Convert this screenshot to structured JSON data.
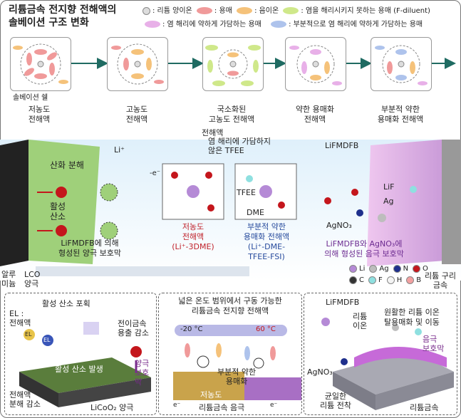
{
  "title_line1": "리튬금속 전지향 전해액의",
  "title_line2": "솔베이션 구조 변화",
  "legend": {
    "li_ion": ": 리튬 양이온",
    "solvent": ": 용매",
    "anion": ": 음이온",
    "f_diluent": ": 염을 해리시키지 못하는 용매 (F-diluent)",
    "weak_solvent": ": 염 해리에 약하게 가담하는 용매",
    "partial_solvent": ": 부분적으로 염 해리에 약하게 가담하는 용매"
  },
  "solvation_shell": "솔베이션 쉘",
  "stages": [
    {
      "l1": "저농도",
      "l2": "전해액"
    },
    {
      "l1": "고농도",
      "l2": "전해액"
    },
    {
      "l1": "국소화된",
      "l2": "고농도 전해액"
    },
    {
      "l1": "약한 용매화",
      "l2": "전해액"
    },
    {
      "l1": "부분적 약한",
      "l2": "용매화 전해액"
    }
  ],
  "banner": {
    "electrolyte": "전해액",
    "oxidation": "산화 분해",
    "active_oxygen_1": "활성",
    "active_oxygen_2": "산소",
    "cathode_protect_1": "LiFMDFB에 의해",
    "cathode_protect_2": "형성된 양극 보호막",
    "left_label_1": "알루",
    "left_label_2": "미늄",
    "lco_1": "LCO",
    "lco_2": "양극",
    "li_plus": "Li⁺",
    "e_minus": "-e⁻",
    "tfee_note_1": "염 해리에 가담하지",
    "tfee_note_2": "않은 TFEE",
    "lifmdfb": "LiFMDFB",
    "low_conc_1": "저농도",
    "low_conc_2": "전해액",
    "low_conc_3": "(Li⁺-3DME)",
    "partial_1": "부분적 약한",
    "partial_2": "용매화 전해액",
    "partial_3": "(Li⁺-DME-",
    "partial_4": "TFEE-FSI)",
    "tfee": "TFEE",
    "dme": "DME",
    "lif": "LiF",
    "ag": "Ag",
    "agno3": "AgNO₃",
    "anode_protect_1": "LiFMDFB와 AgNO₃에",
    "anode_protect_2": "의해 형성된 음극 보호막",
    "right_label_1": "리튬 구리",
    "right_label_2": "금속",
    "atoms": [
      "Li",
      "Ag",
      "N",
      "O",
      "C",
      "F",
      "H",
      "B"
    ],
    "atom_colors": [
      "#b58ad6",
      "#bdbdbd",
      "#1e2f8c",
      "#c4161c",
      "#333333",
      "#8fe0e0",
      "#f4f4f4",
      "#f2a0a0"
    ]
  },
  "bottom_left": {
    "capture": "활성 산소 포획",
    "el_1": "EL :",
    "el_2": "전해액",
    "tm_1": "전이금속",
    "tm_2": "용출 감소",
    "generation": "활성 산소 발생",
    "cpl_1": "양극",
    "cpl_2": "보호막",
    "dec_1": "전해액",
    "dec_2": "분해 감소",
    "lco": "LiCoO₂ 양극",
    "el_tag": "EL"
  },
  "bottom_mid": {
    "title_1": "넓은 온도 범위에서 구동 가능한",
    "title_2": "리튬금속 전지향 전해액",
    "t_low": "-20 °C",
    "t_high": "60 °C",
    "partial_1": "부분적 약한",
    "partial_2": "용매화",
    "low_conc": "저농도",
    "anode": "리튬금속 음극",
    "e_minus": "e⁻"
  },
  "bottom_right": {
    "lifmdfb": "LiFMDFB",
    "li_ion_1": "리튬",
    "li_ion_2": "이온",
    "smooth_1": "원활한 리튬 이온",
    "smooth_2": "탈용매화 및 이동",
    "apl_1": "음극",
    "apl_2": "보호막",
    "agno3": "AgNO₃",
    "uniform_1": "균일한",
    "uniform_2": "리튬 전착",
    "lithium_metal": "리튬금속"
  }
}
